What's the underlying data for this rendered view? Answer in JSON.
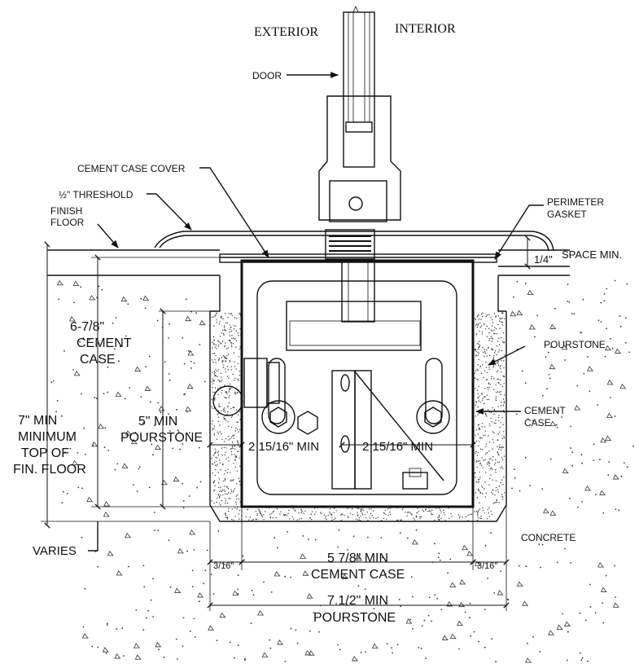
{
  "labels": {
    "exterior": "EXTERIOR",
    "interior": "INTERIOR",
    "door": "DOOR",
    "cement_case_cover": "CEMENT CASE COVER",
    "threshold": "½\" THRESHOLD",
    "finish_floor_1": "FINISH",
    "finish_floor_2": "FLOOR",
    "perimeter_gasket_1": "PERIMETER",
    "perimeter_gasket_2": "GASKET",
    "space_min": "SPACE MIN.",
    "space_frac": "1/4\"",
    "pourstone": "POURSTONE",
    "cement_case_1": "CEMENT",
    "cement_case_2": "CASE",
    "concrete": "CONCRETE",
    "varies": "VARIES"
  },
  "dimensions": {
    "case_depth": [
      "6-7/8\"",
      "CEMENT",
      "CASE"
    ],
    "pourstone_depth": [
      "5\" MIN",
      "POURSTONE"
    ],
    "top_depth": [
      "7\" MIN",
      "MINIMUM",
      "TOP OF",
      "FIN. FLOOR"
    ],
    "side_gap_left": "2 15/16\" MIN",
    "side_gap_right": "2 15/16\" MIN",
    "edge_left": "3/16\"",
    "edge_right": "3/16\"",
    "case_width": [
      "5 7/8\" MIN",
      "CEMENT CASE"
    ],
    "pourstone_width": [
      "7 1/2\" MIN",
      "POURSTONE"
    ]
  }
}
